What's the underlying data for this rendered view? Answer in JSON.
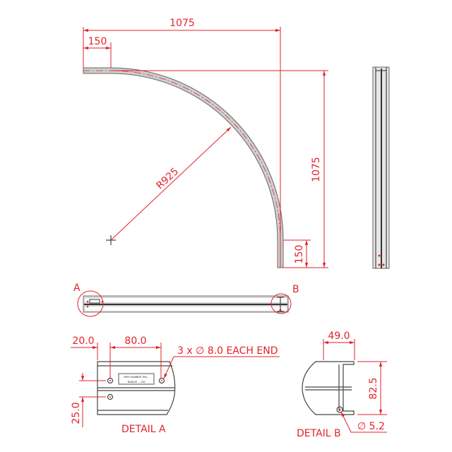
{
  "top_view": {
    "width_dim": "1075",
    "straight_dim_h": "150",
    "height_dim": "1075",
    "straight_dim_v": "150",
    "radius_dim": "R925"
  },
  "plan_view": {
    "detail_a_marker": "A",
    "detail_b_marker": "B"
  },
  "detail_a": {
    "title": "DETAIL A",
    "dim_edge": "20.0",
    "dim_spacing": "80.0",
    "dim_vertical": "25.0",
    "hole_note": "3 x ∅ 8.0 EACH END",
    "label_line1": "PART NUMBER TBS...",
    "label_line2": "RADIUS .....CM"
  },
  "detail_b": {
    "title": "DETAIL B",
    "dim_width": "49.0",
    "dim_height": "82.5",
    "dim_hole": "∅ 5.2"
  },
  "colors": {
    "dimension": "#e3222b",
    "part": "#444444"
  }
}
